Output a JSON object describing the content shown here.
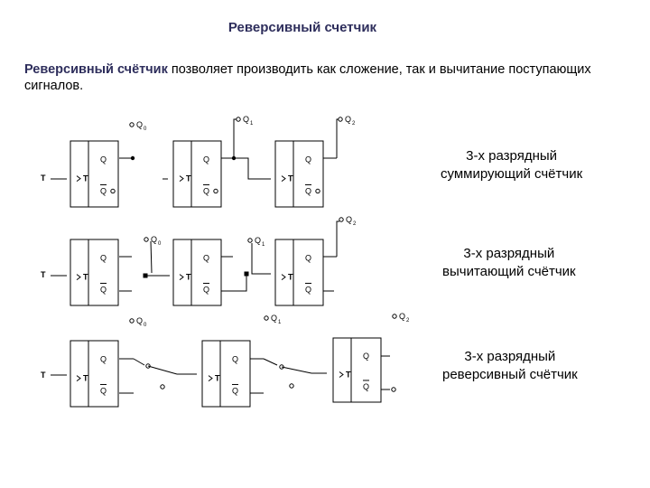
{
  "slide": {
    "title": "Реверсивный счетчик",
    "intro_term": "Реверсивный счётчик",
    "intro_rest": " позволяет производить как сложение, так и вычитание поступающих сигналов."
  },
  "circuit_labels": {
    "input": "T",
    "t_input": "T",
    "q_out": "Q",
    "q_inv": "Q",
    "q0": "Q",
    "q0_sub": "0",
    "q1": "Q",
    "q1_sub": "1",
    "q2": "Q",
    "q2_sub": "2"
  },
  "captions": {
    "summing": [
      "3-х разрядный",
      "суммирующий счётчик"
    ],
    "subtracting": [
      "3-х разрядный",
      "вычитающий счётчик"
    ],
    "reversible": [
      "3-х разрядный",
      "реверсивный счётчик"
    ]
  }
}
